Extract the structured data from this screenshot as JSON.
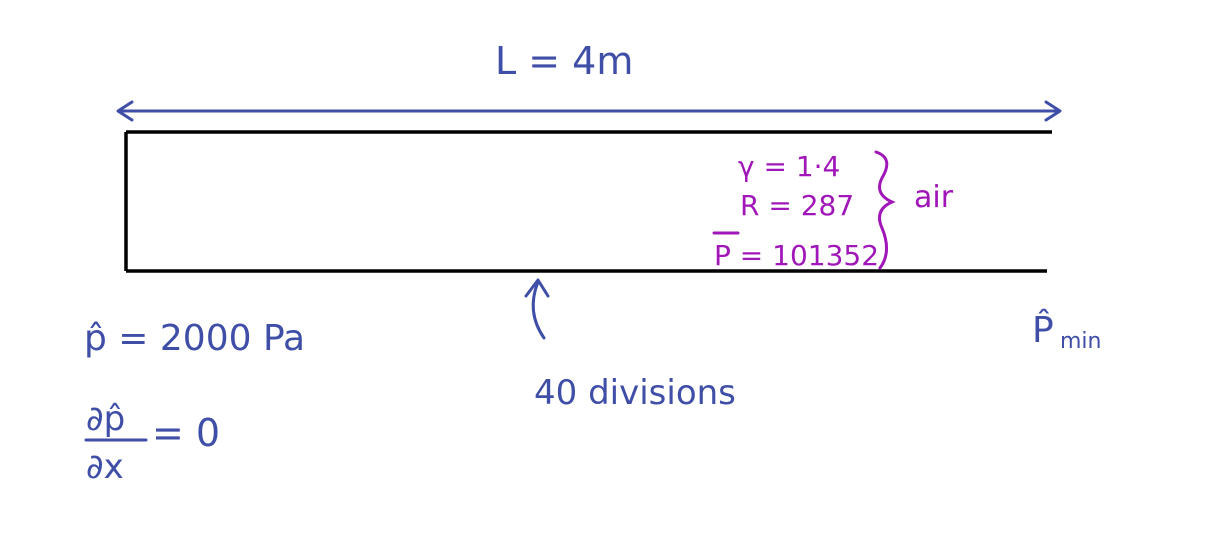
{
  "length_label": "L = 4m",
  "air": {
    "gamma": "γ = 1·4",
    "r": "R = 287",
    "p_bar": "P = 101352",
    "label": "air"
  },
  "left_bc": {
    "p_hat": "p̂ = 2000 Pa",
    "grad_numerator": "∂p̂",
    "grad_denominator": "∂x",
    "grad_rhs": "= 0"
  },
  "right_bc": {
    "p_hat": "P̂",
    "subscript": "min"
  },
  "divisions_label": "40 divisions",
  "colors": {
    "ink_blue": "#3f4ea6",
    "ink_purple": "#a016b8",
    "pipe": "#000000"
  }
}
